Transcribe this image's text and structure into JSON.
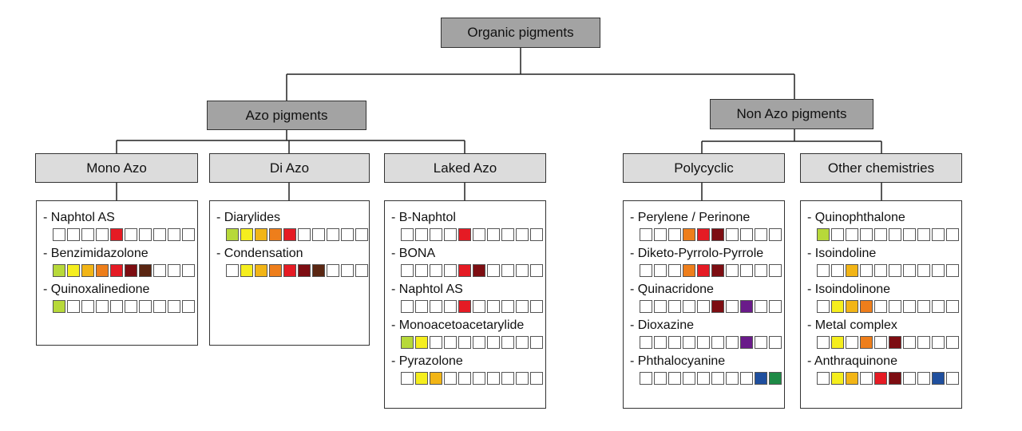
{
  "colors": {
    "white": "#ffffff",
    "lime": "#b7d93a",
    "yellow": "#f5ee1e",
    "gold": "#f2b516",
    "orange": "#ee7e1b",
    "red": "#e51b24",
    "crimson": "#b0101a",
    "darkred": "#7d0d12",
    "brown": "#5a2612",
    "purple": "#6a1b8a",
    "blue": "#1f4f9e",
    "green": "#1e8a46"
  },
  "tree": {
    "root": "Organic pigments",
    "branches": [
      {
        "label": "Azo pigments",
        "groups": [
          {
            "label": "Mono Azo",
            "items": [
              {
                "label": "- Naphtol AS",
                "swatches": [
                  0,
                  0,
                  0,
                  0,
                  1,
                  0,
                  0,
                  0,
                  0,
                  0
                ],
                "colors": [
                  "white",
                  "white",
                  "white",
                  "white",
                  "red",
                  "white",
                  "white",
                  "white",
                  "white",
                  "white"
                ]
              },
              {
                "label": "- Benzimidazolone",
                "swatches": [
                  1,
                  1,
                  1,
                  1,
                  1,
                  1,
                  1,
                  0,
                  0,
                  0
                ],
                "colors": [
                  "lime",
                  "yellow",
                  "gold",
                  "orange",
                  "red",
                  "darkred",
                  "brown",
                  "white",
                  "white",
                  "white"
                ]
              },
              {
                "label": "- Quinoxalinedione",
                "swatches": [
                  1,
                  0,
                  0,
                  0,
                  0,
                  0,
                  0,
                  0,
                  0,
                  0
                ],
                "colors": [
                  "lime",
                  "white",
                  "white",
                  "white",
                  "white",
                  "white",
                  "white",
                  "white",
                  "white",
                  "white"
                ]
              }
            ]
          },
          {
            "label": "Di Azo",
            "items": [
              {
                "label": "- Diarylides",
                "swatches": [
                  1,
                  1,
                  1,
                  1,
                  1,
                  0,
                  0,
                  0,
                  0,
                  0
                ],
                "colors": [
                  "lime",
                  "yellow",
                  "gold",
                  "orange",
                  "red",
                  "white",
                  "white",
                  "white",
                  "white",
                  "white"
                ]
              },
              {
                "label": "- Condensation",
                "swatches": [
                  0,
                  1,
                  1,
                  1,
                  1,
                  1,
                  1,
                  0,
                  0,
                  0
                ],
                "colors": [
                  "white",
                  "yellow",
                  "gold",
                  "orange",
                  "red",
                  "darkred",
                  "brown",
                  "white",
                  "white",
                  "white"
                ]
              }
            ]
          },
          {
            "label": "Laked Azo",
            "items": [
              {
                "label": "- B-Naphtol",
                "swatches": [
                  0,
                  0,
                  0,
                  0,
                  1,
                  0,
                  0,
                  0,
                  0,
                  0
                ],
                "colors": [
                  "white",
                  "white",
                  "white",
                  "white",
                  "red",
                  "white",
                  "white",
                  "white",
                  "white",
                  "white"
                ]
              },
              {
                "label": "- BONA",
                "swatches": [
                  0,
                  0,
                  0,
                  0,
                  1,
                  1,
                  0,
                  0,
                  0,
                  0
                ],
                "colors": [
                  "white",
                  "white",
                  "white",
                  "white",
                  "red",
                  "darkred",
                  "white",
                  "white",
                  "white",
                  "white"
                ]
              },
              {
                "label": "- Naphtol AS",
                "swatches": [
                  0,
                  0,
                  0,
                  0,
                  1,
                  0,
                  0,
                  0,
                  0,
                  0
                ],
                "colors": [
                  "white",
                  "white",
                  "white",
                  "white",
                  "red",
                  "white",
                  "white",
                  "white",
                  "white",
                  "white"
                ]
              },
              {
                "label": "- Monoacetoacetarylide",
                "swatches": [
                  1,
                  1,
                  0,
                  0,
                  0,
                  0,
                  0,
                  0,
                  0,
                  0
                ],
                "colors": [
                  "lime",
                  "yellow",
                  "white",
                  "white",
                  "white",
                  "white",
                  "white",
                  "white",
                  "white",
                  "white"
                ]
              },
              {
                "label": "- Pyrazolone",
                "swatches": [
                  0,
                  1,
                  1,
                  0,
                  0,
                  0,
                  0,
                  0,
                  0,
                  0
                ],
                "colors": [
                  "white",
                  "yellow",
                  "gold",
                  "white",
                  "white",
                  "white",
                  "white",
                  "white",
                  "white",
                  "white"
                ]
              }
            ]
          }
        ]
      },
      {
        "label": "Non Azo pigments",
        "groups": [
          {
            "label": "Polycyclic",
            "items": [
              {
                "label": "- Perylene / Perinone",
                "swatches": [
                  0,
                  0,
                  0,
                  1,
                  1,
                  1,
                  0,
                  0,
                  0,
                  0
                ],
                "colors": [
                  "white",
                  "white",
                  "white",
                  "orange",
                  "red",
                  "darkred",
                  "white",
                  "white",
                  "white",
                  "white"
                ]
              },
              {
                "label": "- Diketo-Pyrrolo-Pyrrole",
                "swatches": [
                  0,
                  0,
                  0,
                  1,
                  1,
                  1,
                  0,
                  0,
                  0,
                  0
                ],
                "colors": [
                  "white",
                  "white",
                  "white",
                  "orange",
                  "red",
                  "darkred",
                  "white",
                  "white",
                  "white",
                  "white"
                ]
              },
              {
                "label": "- Quinacridone",
                "swatches": [
                  0,
                  0,
                  0,
                  0,
                  0,
                  1,
                  0,
                  1,
                  0,
                  0
                ],
                "colors": [
                  "white",
                  "white",
                  "white",
                  "white",
                  "white",
                  "darkred",
                  "white",
                  "purple",
                  "white",
                  "white"
                ]
              },
              {
                "label": "- Dioxazine",
                "swatches": [
                  0,
                  0,
                  0,
                  0,
                  0,
                  0,
                  0,
                  1,
                  0,
                  0
                ],
                "colors": [
                  "white",
                  "white",
                  "white",
                  "white",
                  "white",
                  "white",
                  "white",
                  "purple",
                  "white",
                  "white"
                ]
              },
              {
                "label": "- Phthalocyanine",
                "swatches": [
                  0,
                  0,
                  0,
                  0,
                  0,
                  0,
                  0,
                  0,
                  1,
                  1
                ],
                "colors": [
                  "white",
                  "white",
                  "white",
                  "white",
                  "white",
                  "white",
                  "white",
                  "white",
                  "blue",
                  "green"
                ]
              }
            ]
          },
          {
            "label": "Other chemistries",
            "items": [
              {
                "label": "- Quinophthalone",
                "swatches": [
                  1,
                  0,
                  0,
                  0,
                  0,
                  0,
                  0,
                  0,
                  0,
                  0
                ],
                "colors": [
                  "lime",
                  "white",
                  "white",
                  "white",
                  "white",
                  "white",
                  "white",
                  "white",
                  "white",
                  "white"
                ]
              },
              {
                "label": "- Isoindoline",
                "swatches": [
                  0,
                  0,
                  1,
                  0,
                  0,
                  0,
                  0,
                  0,
                  0,
                  0
                ],
                "colors": [
                  "white",
                  "white",
                  "gold",
                  "white",
                  "white",
                  "white",
                  "white",
                  "white",
                  "white",
                  "white"
                ]
              },
              {
                "label": "- Isoindolinone",
                "swatches": [
                  0,
                  1,
                  1,
                  1,
                  0,
                  0,
                  0,
                  0,
                  0,
                  0
                ],
                "colors": [
                  "white",
                  "yellow",
                  "gold",
                  "orange",
                  "white",
                  "white",
                  "white",
                  "white",
                  "white",
                  "white"
                ]
              },
              {
                "label": "- Metal complex",
                "swatches": [
                  0,
                  1,
                  0,
                  1,
                  0,
                  1,
                  0,
                  0,
                  0,
                  0
                ],
                "colors": [
                  "white",
                  "yellow",
                  "white",
                  "orange",
                  "white",
                  "darkred",
                  "white",
                  "white",
                  "white",
                  "white"
                ]
              },
              {
                "label": "- Anthraquinone",
                "swatches": [
                  0,
                  1,
                  1,
                  0,
                  1,
                  1,
                  0,
                  0,
                  1,
                  0
                ],
                "colors": [
                  "white",
                  "yellow",
                  "gold",
                  "white",
                  "red",
                  "darkred",
                  "white",
                  "white",
                  "blue",
                  "white"
                ]
              }
            ]
          }
        ]
      }
    ]
  }
}
